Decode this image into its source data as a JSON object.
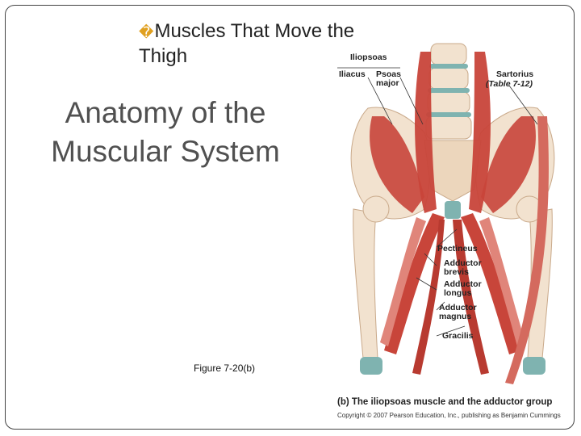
{
  "slide": {
    "bullet_glyph": "�",
    "bullet_title": "Muscles That Move the Thigh",
    "section_title": "Anatomy of the Muscular System",
    "caption": "Figure 7-20(b)"
  },
  "figure": {
    "labels": {
      "iliopsoas": "Iliopsoas",
      "iliacus": "Iliacus",
      "psoas_major": "Psoas major",
      "sartorius": "Sartorius",
      "sartorius_ref": "(Table 7-12)",
      "pectineus": "Pectineus",
      "adductor_brevis": "Adductor brevis",
      "adductor_longus": "Adductor longus",
      "adductor_magnus": "Adductor magnus",
      "gracilis": "Gracilis"
    },
    "title": "(b) The iliopsoas muscle and the adductor group",
    "copyright": "Copyright © 2007 Pearson Education, Inc., publishing as Benjamin Cummings",
    "colors": {
      "muscle": "#c8453a",
      "muscle_light": "#e0857a",
      "bone": "#f2e2cf",
      "bone_shade": "#d9bfa0",
      "cartilage": "#7fb3b0"
    }
  }
}
